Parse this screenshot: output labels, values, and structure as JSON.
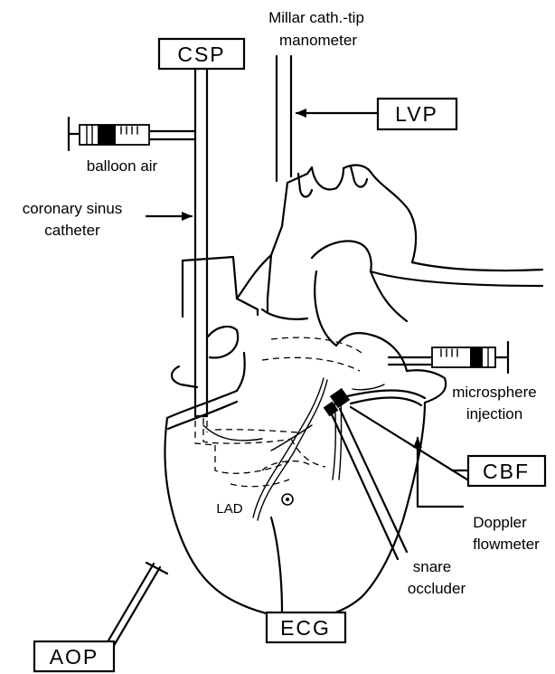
{
  "labels": {
    "csp": "CSP",
    "lvp": "LVP",
    "cbf": "CBF",
    "ecg": "ECG",
    "aop": "AOP",
    "lad": "LAD",
    "millar_line1": "Millar cath.-tip",
    "millar_line2": "manometer",
    "balloon_air": "balloon air",
    "cs_catheter_line1": "coronary sinus",
    "cs_catheter_line2": "catheter",
    "microsphere_line1": "microsphere",
    "microsphere_line2": "injection",
    "doppler_line1": "Doppler",
    "doppler_line2": "flowmeter",
    "snare_line1": "snare",
    "snare_line2": "occluder"
  }
}
